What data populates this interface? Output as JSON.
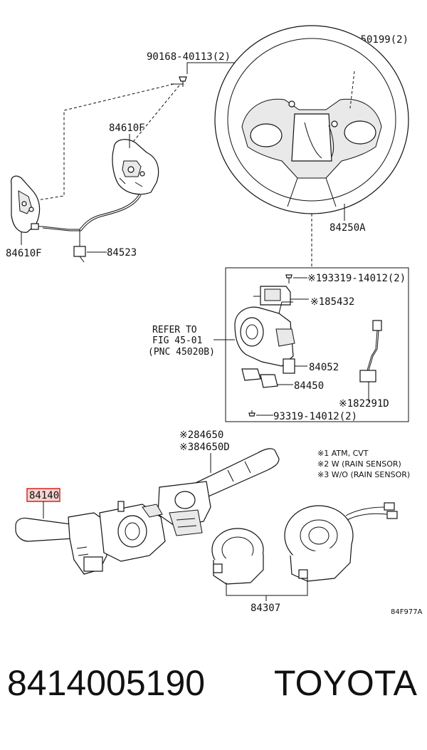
{
  "labels": {
    "bolt_top_left": "90168-40113(2)",
    "bolt_top_right": "90159-50199(2)",
    "switch_right": "84610F",
    "switch_left": "84610F",
    "wire": "84523",
    "wheel": "84250A",
    "screw_top": "※193319-14012(2)",
    "sensor": "※185432",
    "refer_1": "REFER TO",
    "refer_2": "FIG 45-01",
    "refer_3": "(PNC 45020B)",
    "part_84052": "84052",
    "part_84450": "84450",
    "part_82291d": "※182291D",
    "screw_bottom": "93319-14012(2)",
    "wiper_1": "※284650",
    "wiper_2": "※384650D",
    "highlight": "84140",
    "spiral": "84307",
    "figure_code": "84F977A"
  },
  "notes": [
    "※1 ATM, CVT",
    "※2 W (RAIN SENSOR)",
    "※3 W/O (RAIN SENSOR)"
  ],
  "footer": {
    "part_number": "8414005190",
    "brand": "TOYOTA"
  },
  "colors": {
    "highlight_border": "#d9312b",
    "highlight_fill": "#f6d3d1"
  }
}
